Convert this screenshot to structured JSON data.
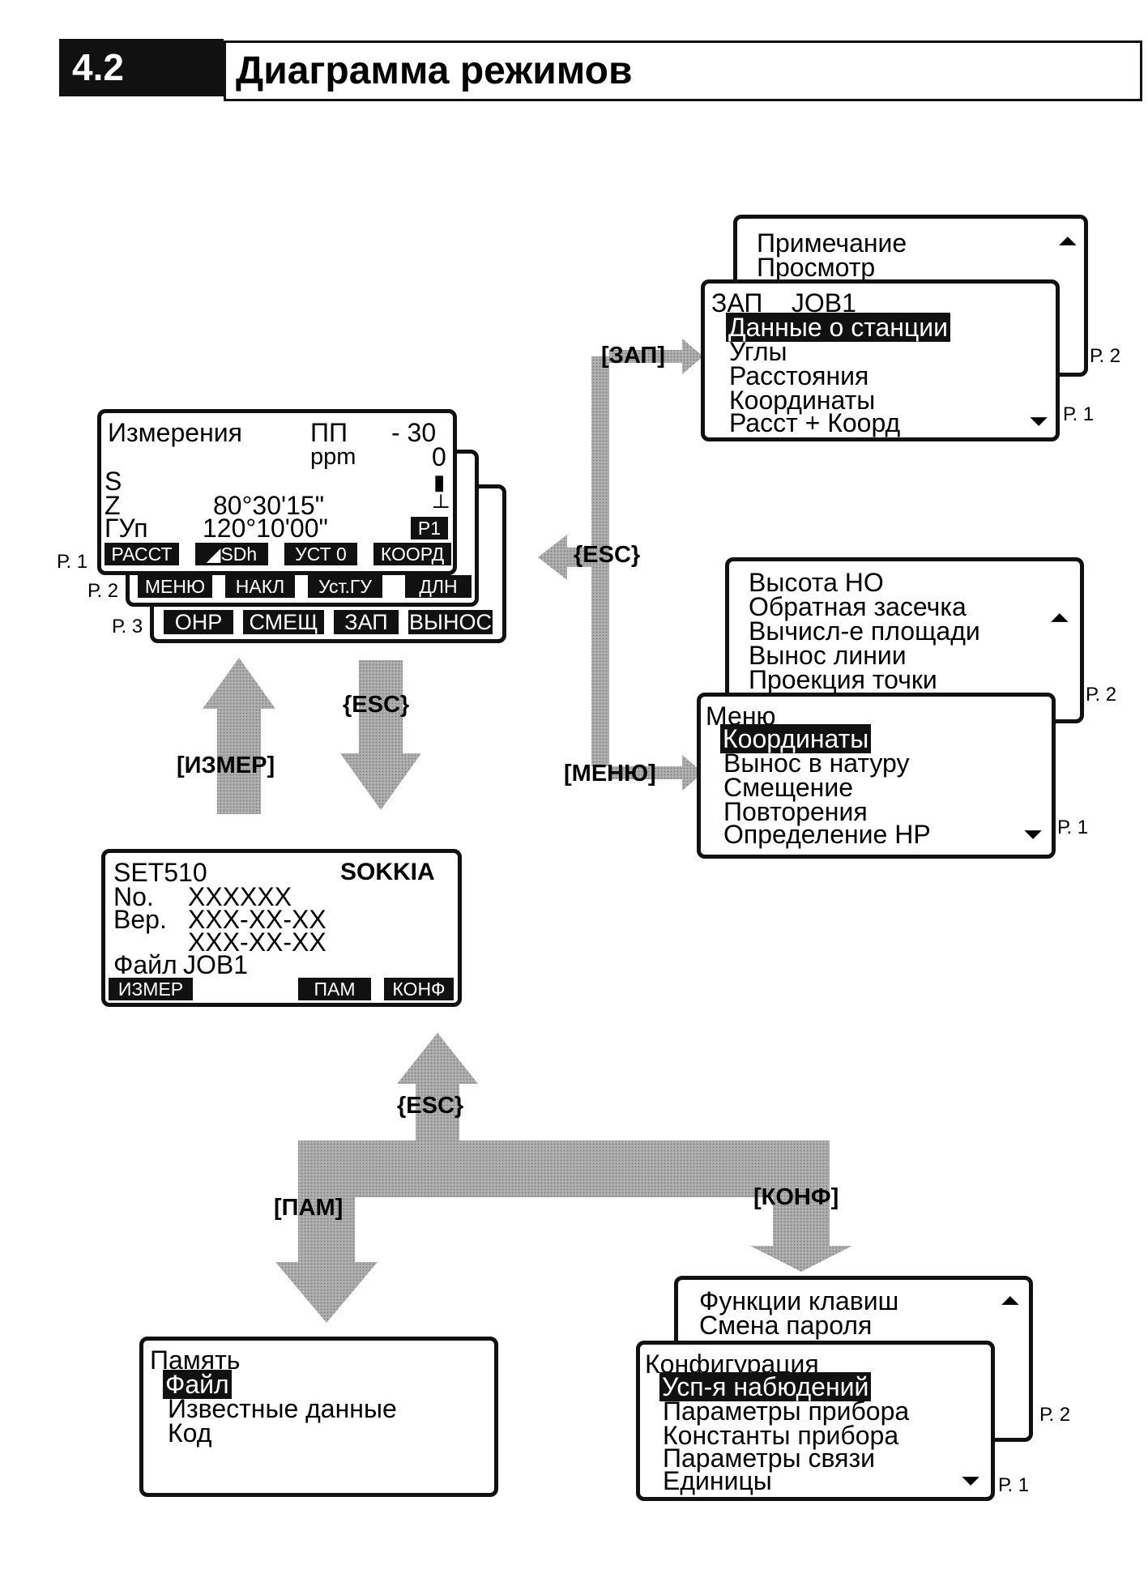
{
  "header": {
    "number": "4.2",
    "title": "Диаграмма режимов"
  },
  "colors": {
    "arrow": "#9a9a9a",
    "ink": "#111111"
  },
  "meas": {
    "title": "Измерения",
    "pp_label": "ПП",
    "pp_value": "- 30",
    "ppm_label": "ppm",
    "ppm_value": "0",
    "s_label": "S",
    "z_label": "Z",
    "z_value": "80°30'15\"",
    "gu_label": "ГУп",
    "gu_value": "120°10'00\"",
    "page_badge": "P1",
    "p1_softkeys": [
      "РАССТ",
      "◢SDh",
      "УСТ 0",
      "КООРД"
    ],
    "p2_softkeys": [
      "МЕНЮ",
      "НАКЛ",
      "Уст.ГУ",
      "ДЛН"
    ],
    "p3_softkeys": [
      "ОНР",
      "СМЕЩ",
      "ЗАП",
      "ВЫНОС"
    ],
    "p1_label": "Р. 1",
    "p2_label": "Р. 2",
    "p3_label": "Р. 3"
  },
  "status": {
    "model": "SET510",
    "brand": "SOKKIA",
    "no_label": "No.",
    "no_value": "XXXXXX",
    "ver_label": "Вер.",
    "ver_value1": "XXX-XX-XX",
    "ver_value2": "XXX-XX-XX",
    "file_label": "Файл",
    "file_value": "JOB1",
    "softkeys": [
      "ИЗМЕР",
      "ПАМ",
      "КОНФ"
    ]
  },
  "rec": {
    "p2_items": [
      "Примечание",
      "Просмотр"
    ],
    "title": "ЗАП    JOB1",
    "items": [
      "Данные о станции",
      "Углы",
      "Расстояния",
      "Координаты",
      "Расст + Коорд"
    ],
    "p1_label": "Р. 1",
    "p2_label": "Р. 2"
  },
  "menu": {
    "p2_items": [
      "Высота НО",
      "Обратная засечка",
      "Вычисл-е площади",
      "Вынос линии",
      "Проекция точки"
    ],
    "title": "Меню",
    "items": [
      "Координаты",
      "Вынос в натуру",
      "Смещение",
      "Повторения",
      "Определение НР"
    ],
    "p1_label": "Р. 1",
    "p2_label": "Р. 2"
  },
  "memory": {
    "title": "Память",
    "items": [
      "Файл",
      "Известные данные",
      "Код"
    ]
  },
  "config": {
    "p2_items": [
      "Функции клавиш",
      "Смена пароля"
    ],
    "title": "Конфигурация",
    "items": [
      "Усп-я набюдений",
      "Параметры прибора",
      "Константы прибора",
      "Параметры связи",
      "Единицы"
    ],
    "p1_label": "Р. 1",
    "p2_label": "Р. 2"
  },
  "keys": {
    "zap": "[ЗАП]",
    "esc_top": "{ESC}",
    "menu": "[МЕНЮ]",
    "izmer": "[ИЗМЕР]",
    "esc_mid": "{ESC}",
    "esc_bottom": "{ESC}",
    "pam": "[ПАМ]",
    "konf": "[КОНФ]"
  },
  "icons": {
    "scroll_up": "double-up-arrow-icon",
    "scroll_down": "double-down-arrow-icon",
    "tilt": "tilt-indicator-icon"
  }
}
